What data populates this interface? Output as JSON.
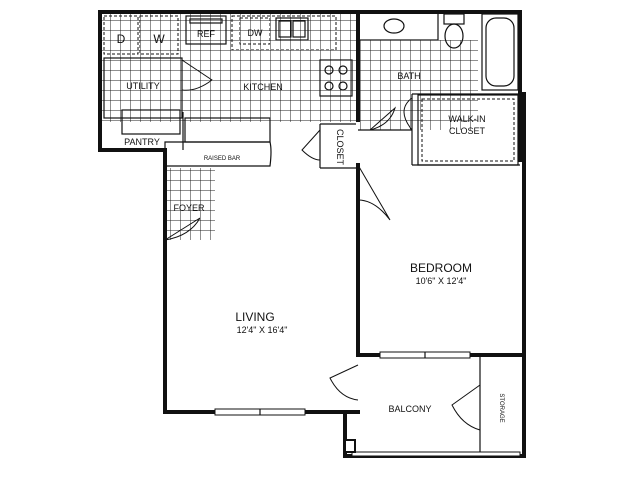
{
  "rooms": {
    "kitchen": "KITCHEN",
    "utility": "UTILITY",
    "pantry": "PANTRY",
    "bath": "BATH",
    "walk_in_closet_line1": "WALK-IN",
    "walk_in_closet_line2": "CLOSET",
    "closet": "CLOSET",
    "raised_bar": "RAISED BAR",
    "foyer": "FOYER",
    "bedroom": "BEDROOM",
    "bedroom_dim": "10'6\" X 12'4\"",
    "living": "LIVING",
    "living_dim": "12'4\" X 16'4\"",
    "balcony": "BALCONY",
    "storage": "STORAGE"
  },
  "appliances": {
    "dryer": "D",
    "washer": "W",
    "refrigerator": "REF",
    "dishwasher": "DW"
  }
}
